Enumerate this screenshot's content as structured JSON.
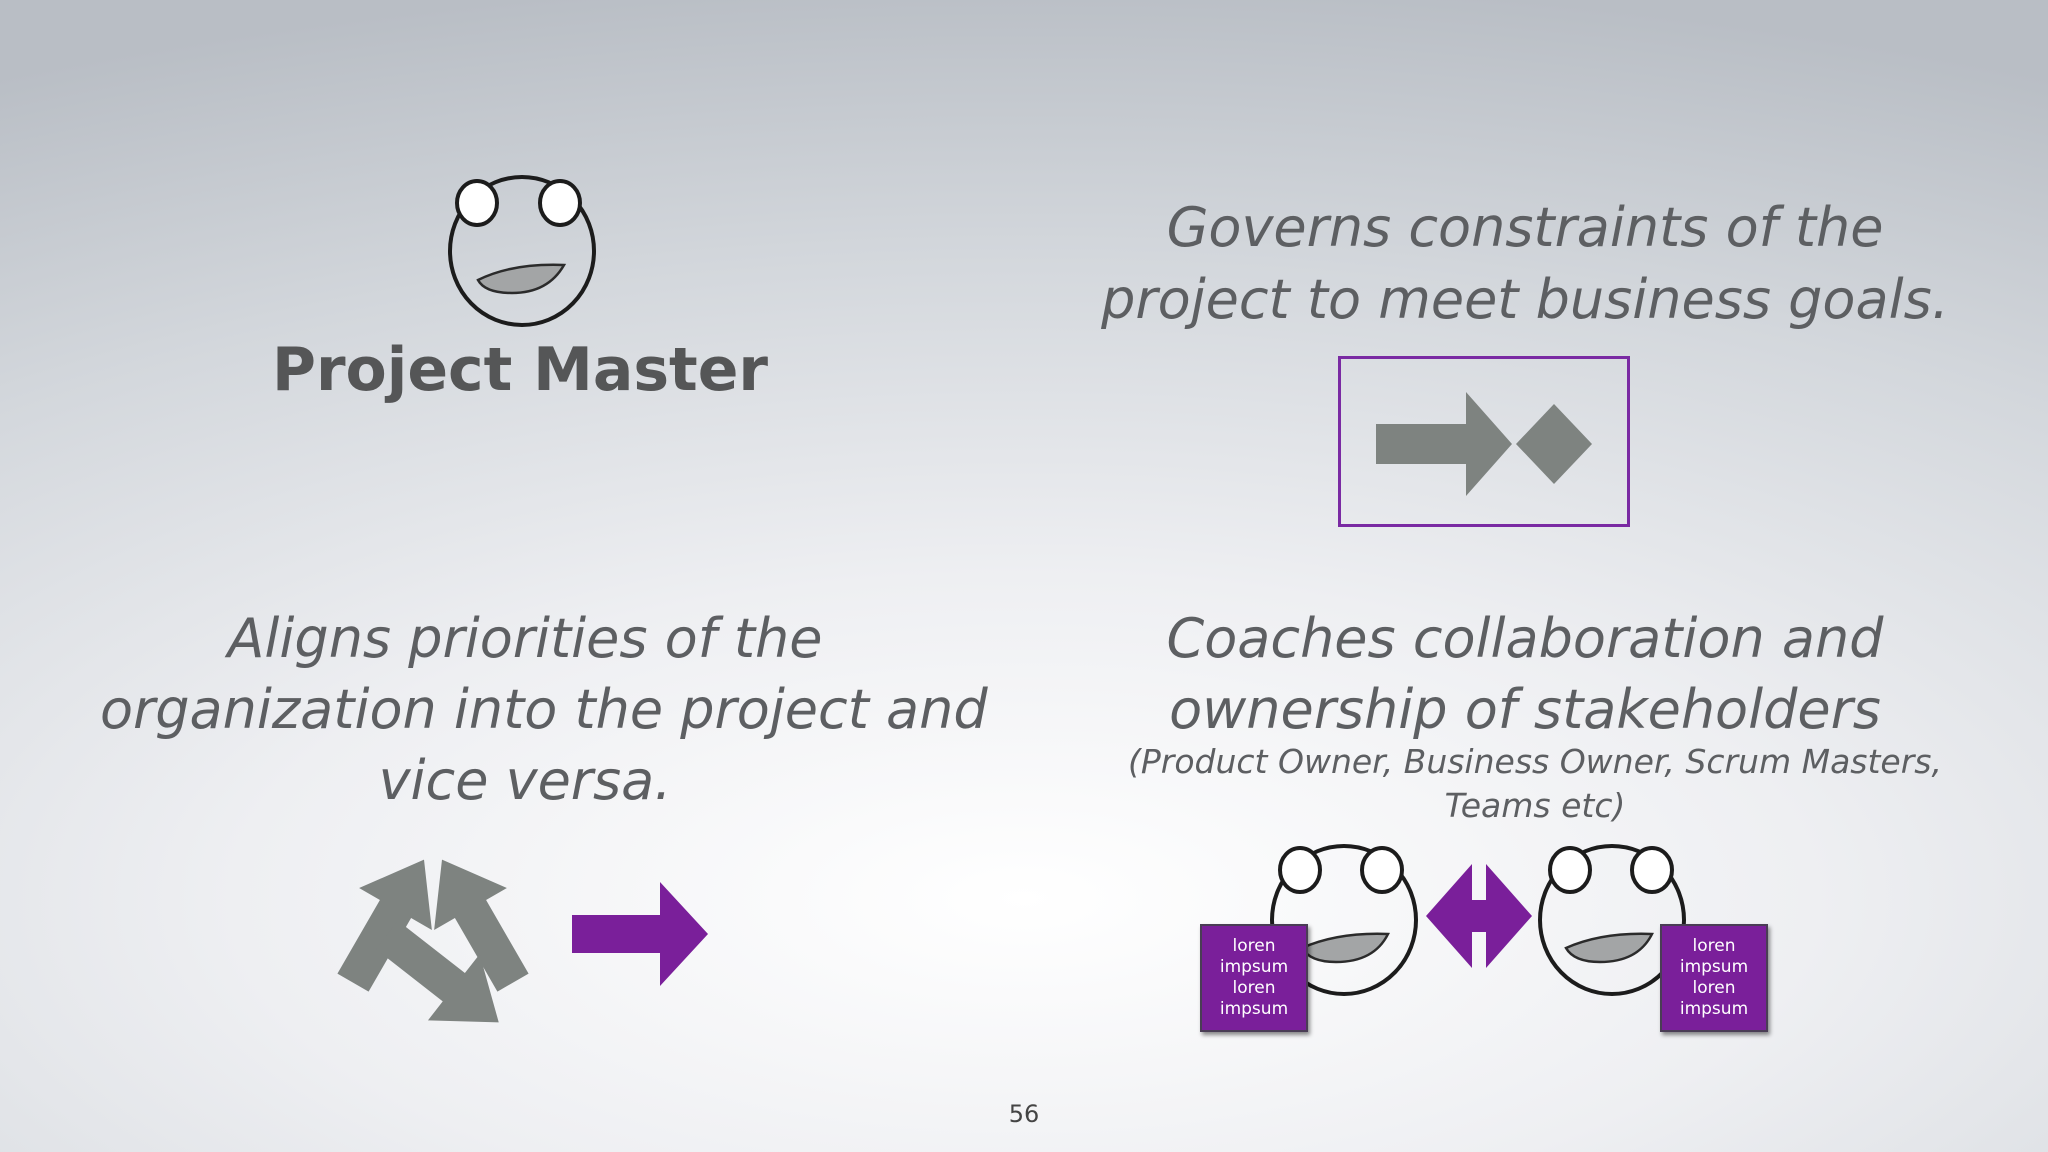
{
  "slide": {
    "title": "Project Master",
    "governs_lines": [
      "Governs constraints of the",
      "project to meet business goals."
    ],
    "aligns_lines": [
      "Aligns priorities of the",
      "organization into the project and",
      "vice versa."
    ],
    "coaches_lines": [
      "Coaches collaboration and",
      "ownership of stakeholders"
    ],
    "coaches_sub_lines": [
      "(Product Owner, Business Owner, Scrum Masters,",
      "Teams etc)"
    ],
    "box_left_lines": [
      "loren",
      "impsum",
      "loren",
      "impsum"
    ],
    "box_right_lines": [
      "loren",
      "impsum",
      "loren",
      "impsum"
    ],
    "page_number": "56"
  },
  "colors": {
    "accent_purple": "#7a1f9a",
    "arrow_gray": "#7e8380",
    "text_gray": "#5d5f62"
  },
  "icons": {
    "face": "smiley-face-icon",
    "goal": "arrow-to-diamond-icon",
    "priorities": "circular-arrows-icon",
    "direction": "right-arrow-icon",
    "exchange": "double-arrow-icon"
  }
}
